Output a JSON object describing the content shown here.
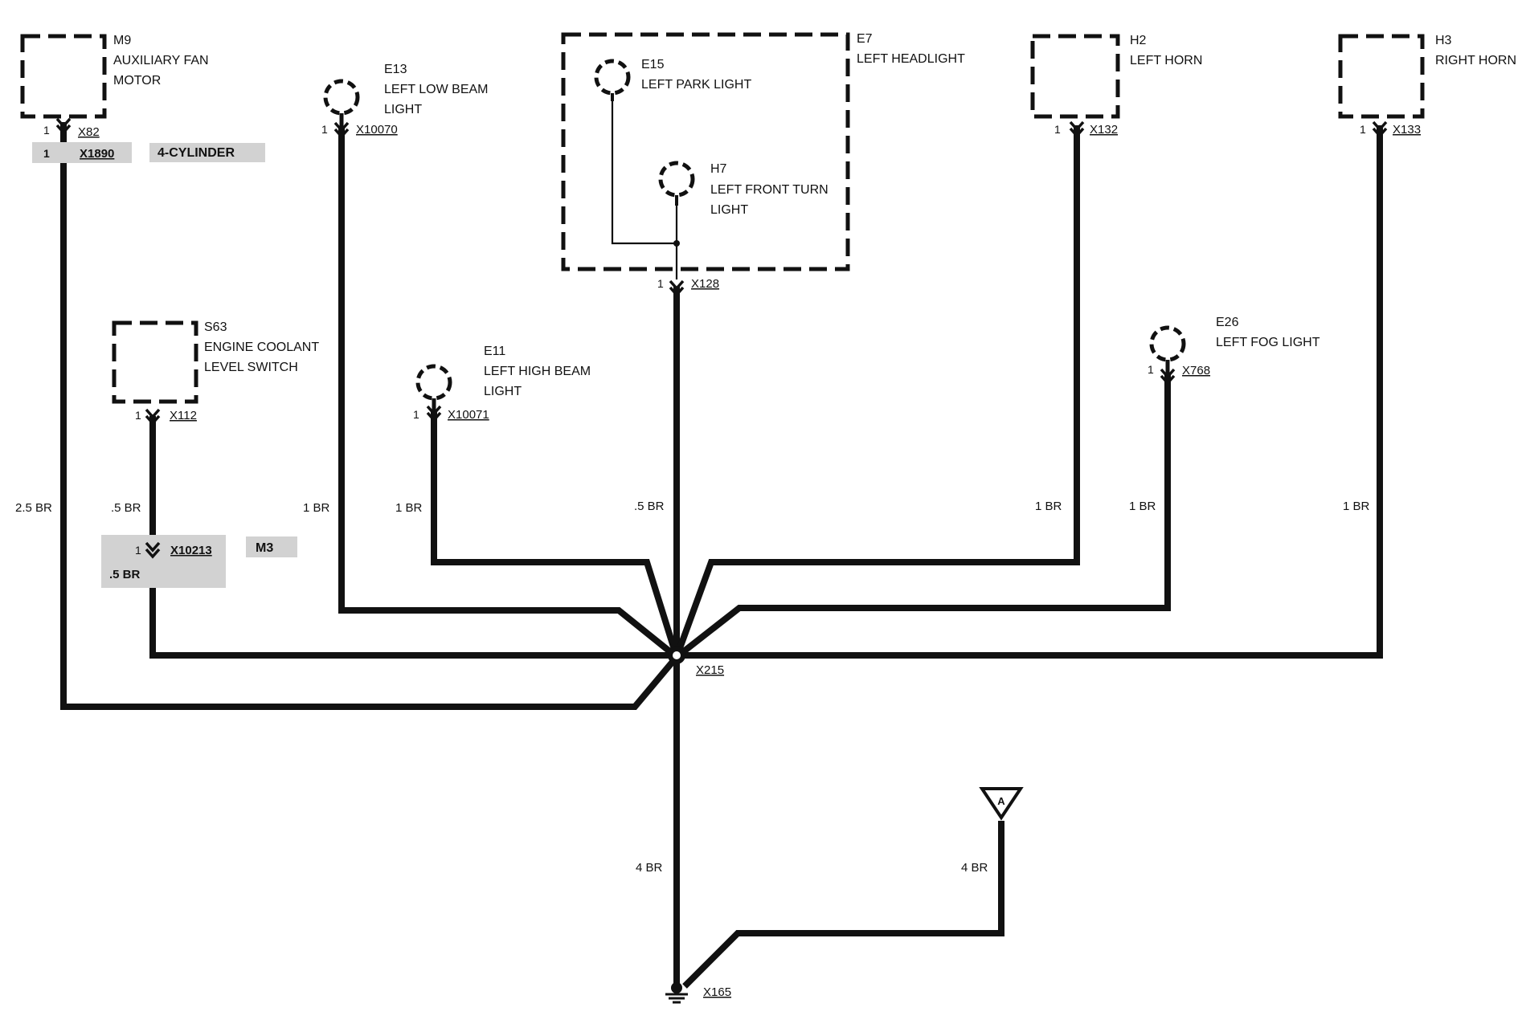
{
  "components": [
    {
      "id": "M9",
      "lines": [
        "M9",
        "AUXILIARY FAN",
        "MOTOR"
      ]
    },
    {
      "id": "E13",
      "lines": [
        "E13",
        "LEFT LOW BEAM",
        "LIGHT"
      ]
    },
    {
      "id": "E7",
      "lines": [
        "E7",
        "LEFT HEADLIGHT"
      ]
    },
    {
      "id": "E15",
      "lines": [
        "E15",
        "LEFT PARK LIGHT"
      ]
    },
    {
      "id": "H7",
      "lines": [
        "H7",
        "LEFT FRONT TURN",
        "LIGHT"
      ]
    },
    {
      "id": "H2",
      "lines": [
        "H2",
        "LEFT HORN"
      ]
    },
    {
      "id": "H3",
      "lines": [
        "H3",
        "RIGHT HORN"
      ]
    },
    {
      "id": "S63",
      "lines": [
        "S63",
        "ENGINE COOLANT",
        "LEVEL SWITCH"
      ]
    },
    {
      "id": "E11",
      "lines": [
        "E11",
        "LEFT HIGH BEAM",
        "LIGHT"
      ]
    },
    {
      "id": "E26",
      "lines": [
        "E26",
        "LEFT FOG LIGHT"
      ]
    }
  ],
  "connectors": {
    "x82": "X82",
    "x1890": "X1890",
    "x10070": "X10070",
    "x128": "X128",
    "x132": "X132",
    "x133": "X133",
    "x112": "X112",
    "x10071": "X10071",
    "x768": "X768",
    "x10213": "X10213",
    "x215": "X215",
    "x165": "X165"
  },
  "pins": {
    "one": "1"
  },
  "options": {
    "four_cyl": "4-CYLINDER",
    "m3": "M3"
  },
  "wires": {
    "m9": "2.5 BR",
    "s63": ".5 BR",
    "s63_alt": ".5 BR",
    "e13": "1 BR",
    "e11": "1 BR",
    "e7": ".5 BR",
    "h2": "1 BR",
    "e26": "1 BR",
    "h3": "1 BR",
    "ground": "4 BR",
    "ref_a": "4 BR"
  },
  "reference": {
    "label": "A"
  }
}
